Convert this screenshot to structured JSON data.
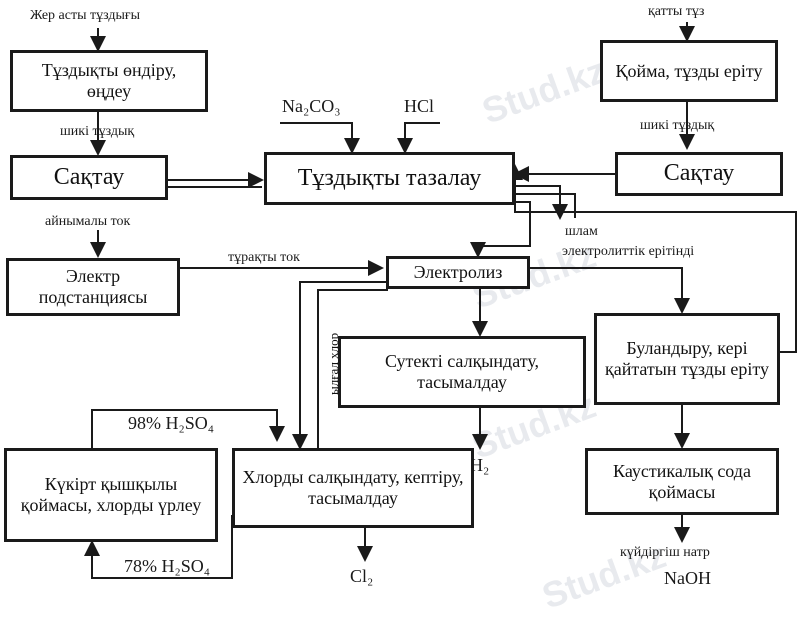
{
  "watermark": "Stud.kz",
  "inputs": {
    "salt_source_left": "Жер асты тұздығы",
    "salt_source_right": "қатты тұз",
    "raw_brine_left": "шикі тұздық",
    "raw_brine_right": "шикі тұздық",
    "alternating_current": "айнымалы ток",
    "direct_current": "тұрақты ток",
    "sludge": "шлам",
    "electrolytic_liquor": "электролиттік ерітінді",
    "chlorine_gas": "ылғал хлор",
    "na2co3": "Na₂CO₃",
    "hcl": "HCl",
    "h2so4_98": "98%  H₂SO₄",
    "h2so4_78": "78% H₂SO₄",
    "h2": "H₂",
    "cl2": "Cl₂",
    "naoh_note": "күйдіргіш натр",
    "naoh": "NaOH"
  },
  "boxes": {
    "brine_extraction": "Тұздықты өндіру, өңдеу",
    "storage_left": "Сақтау",
    "storage_right": "Сақтау",
    "salt_storage": "Қойма, тұзды еріту",
    "brine_purification": "Тұздықты тазалау",
    "substation": "Электр подстанциясы",
    "electrolysis": "Электролиз",
    "hydrogen_cooling": "Сутекті салқындату, тасымалдау",
    "evaporation": "Буландыру, кері қайтатын тұзды еріту",
    "sulfuric_storage": "Күкірт қышқылы қоймасы, хлорды үрлеу",
    "chlorine_processing": "Хлорды салқындату, кептіру, тасымалдау",
    "caustic_storage": "Каустикалық сода қоймасы"
  }
}
